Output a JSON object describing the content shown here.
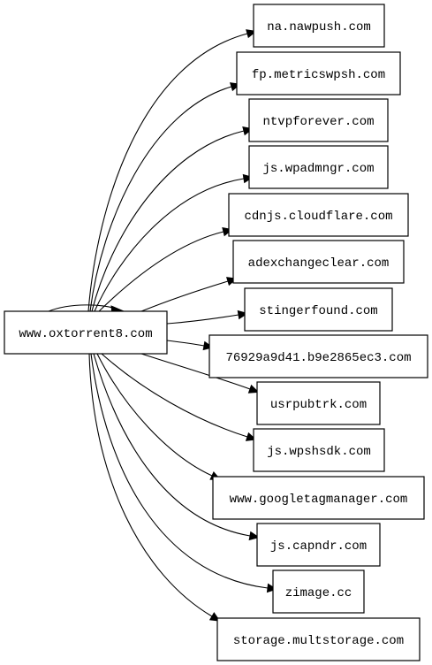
{
  "graph": {
    "source": "www.oxtorrent8.com",
    "targets": [
      "na.nawpush.com",
      "fp.metricswpsh.com",
      "ntvpforever.com",
      "js.wpadmngr.com",
      "cdnjs.cloudflare.com",
      "adexchangeclear.com",
      "stingerfound.com",
      "76929a9d41.b9e2865ec3.com",
      "usrpubtrk.com",
      "js.wpshsdk.com",
      "www.googletagmanager.com",
      "js.capndr.com",
      "zimage.cc",
      "storage.multstorage.com"
    ]
  }
}
